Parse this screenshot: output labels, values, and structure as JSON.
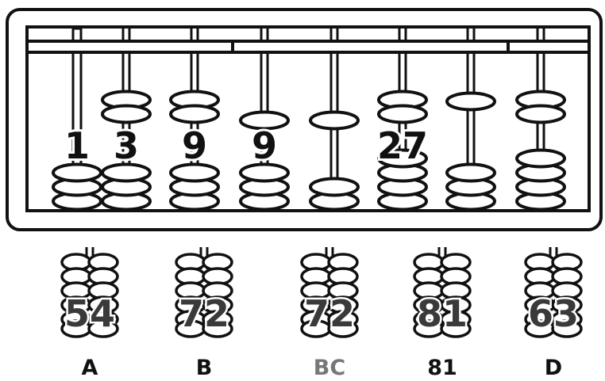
{
  "abacus": {
    "rods": [
      {
        "number": "1",
        "upper_beads": 0,
        "lower_beads": 3
      },
      {
        "number": "3",
        "upper_beads": 2,
        "lower_beads": 3
      },
      {
        "number": "9",
        "upper_beads": 2,
        "lower_beads": 3
      },
      {
        "number": "9",
        "upper_beads": 1,
        "lower_beads": 3
      },
      {
        "number": "",
        "upper_beads": 1,
        "lower_beads": 2
      },
      {
        "number": "27",
        "upper_beads": 2,
        "lower_beads": 4
      },
      {
        "number": "",
        "upper_beads": 1,
        "lower_beads": 3
      },
      {
        "number": "",
        "upper_beads": 2,
        "lower_beads": 4
      }
    ]
  },
  "options": [
    {
      "value": "54",
      "letter": "A",
      "letter_color": "#111111"
    },
    {
      "value": "72",
      "letter": "B",
      "letter_color": "#111111"
    },
    {
      "value": "72",
      "letter": "BC",
      "letter_color": "#777777"
    },
    {
      "value": "81",
      "letter": "81",
      "letter_color": "#111111"
    },
    {
      "value": "63",
      "letter": "D",
      "letter_color": "#111111"
    }
  ],
  "colors": {
    "stroke": "#111111",
    "fill": "#ffffff"
  }
}
